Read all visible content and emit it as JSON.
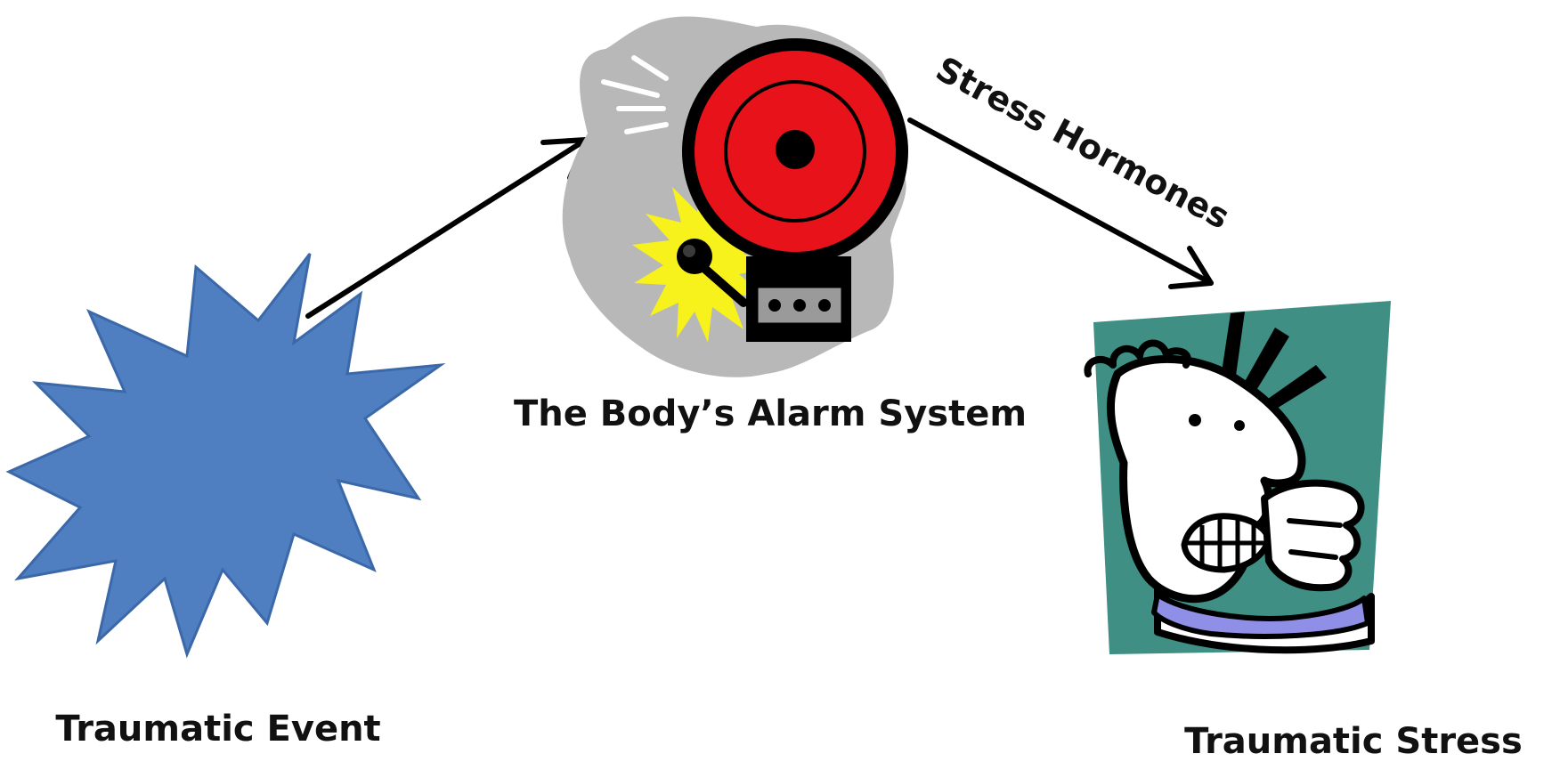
{
  "nodes": {
    "event_label": "Traumatic Event",
    "alarm_label": "The Body’s Alarm System",
    "stress_label": "Traumatic Stress"
  },
  "edges": {
    "alarm_to_stress_label": "Stress Hormones"
  },
  "colors": {
    "burst_fill": "#4f7fc0",
    "burst_stroke": "#3b68a8",
    "cloud_fill": "#b8b8b8",
    "bell_red": "#e8121a",
    "spark_yellow": "#f7f21b",
    "panel_teal": "#3f8f84",
    "collar_purple": "#8f8fe8"
  },
  "icons": {
    "burst": "burst-star-icon",
    "alarm": "alarm-bell-icon",
    "person": "stressed-person-icon"
  }
}
